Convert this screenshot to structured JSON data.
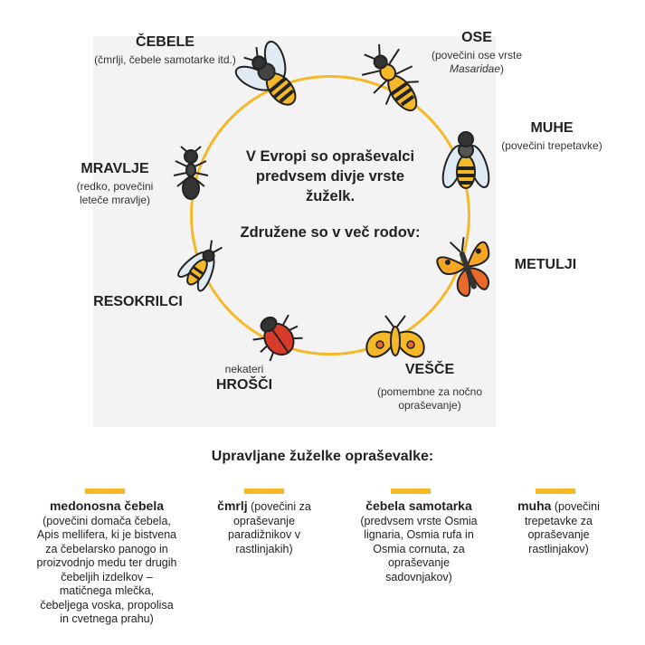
{
  "center": {
    "line1": "V Evropi so opraševalci predvsem divje vrste žuželk.",
    "line2": "Združene so v več rodov:"
  },
  "groups": {
    "cebele": {
      "name": "ČEBELE",
      "note": "(čmrlji, čebele samotarke itd.)"
    },
    "ose": {
      "name": "OSE",
      "note_prefix": "(povečini ose vrste",
      "note_italic": "Masaridae",
      "note_suffix": ")"
    },
    "muhe": {
      "name": "MUHE",
      "note": "(povečini trepetavke)"
    },
    "metulji": {
      "name": "METULJI"
    },
    "vesce": {
      "name": "VEŠČE",
      "note": "(pomembne za nočno opraševanje)"
    },
    "hrosci": {
      "name": "HROŠČI",
      "note_above": "nekateri"
    },
    "resokrilci": {
      "name": "RESOKRILCI"
    },
    "mravlje": {
      "name": "MRAVLJE",
      "note": "(redko, povečini leteče mravlje)"
    }
  },
  "managed": {
    "title": "Upravljane  žuželke opraševalke:",
    "items": [
      {
        "bold": "medonosna čebela",
        "rest": "(povečini domača čebela, Apis mellifera, ki je bistvena za čebelarsko panogo in proizvodnjo medu ter drugih čebeljih izdelkov – matičnega mlečka, čebeljega voska, propolisa in cvetnega prahu)"
      },
      {
        "bold": "čmrlj",
        "rest": "(povečini za opraševanje paradižnikov v rastlinjakih)"
      },
      {
        "bold": "čebela samotarka",
        "rest": "(predvsem vrste Osmia lignaria, Osmia rufa in Osmia cornuta, za opraševanje sadovnjakov)"
      },
      {
        "bold": "muha",
        "rest": "(povečini trepetavke za opraševanje rastlinjakov)"
      }
    ]
  },
  "colors": {
    "accent": "#f5b829",
    "panel": "#f3f3f3"
  }
}
